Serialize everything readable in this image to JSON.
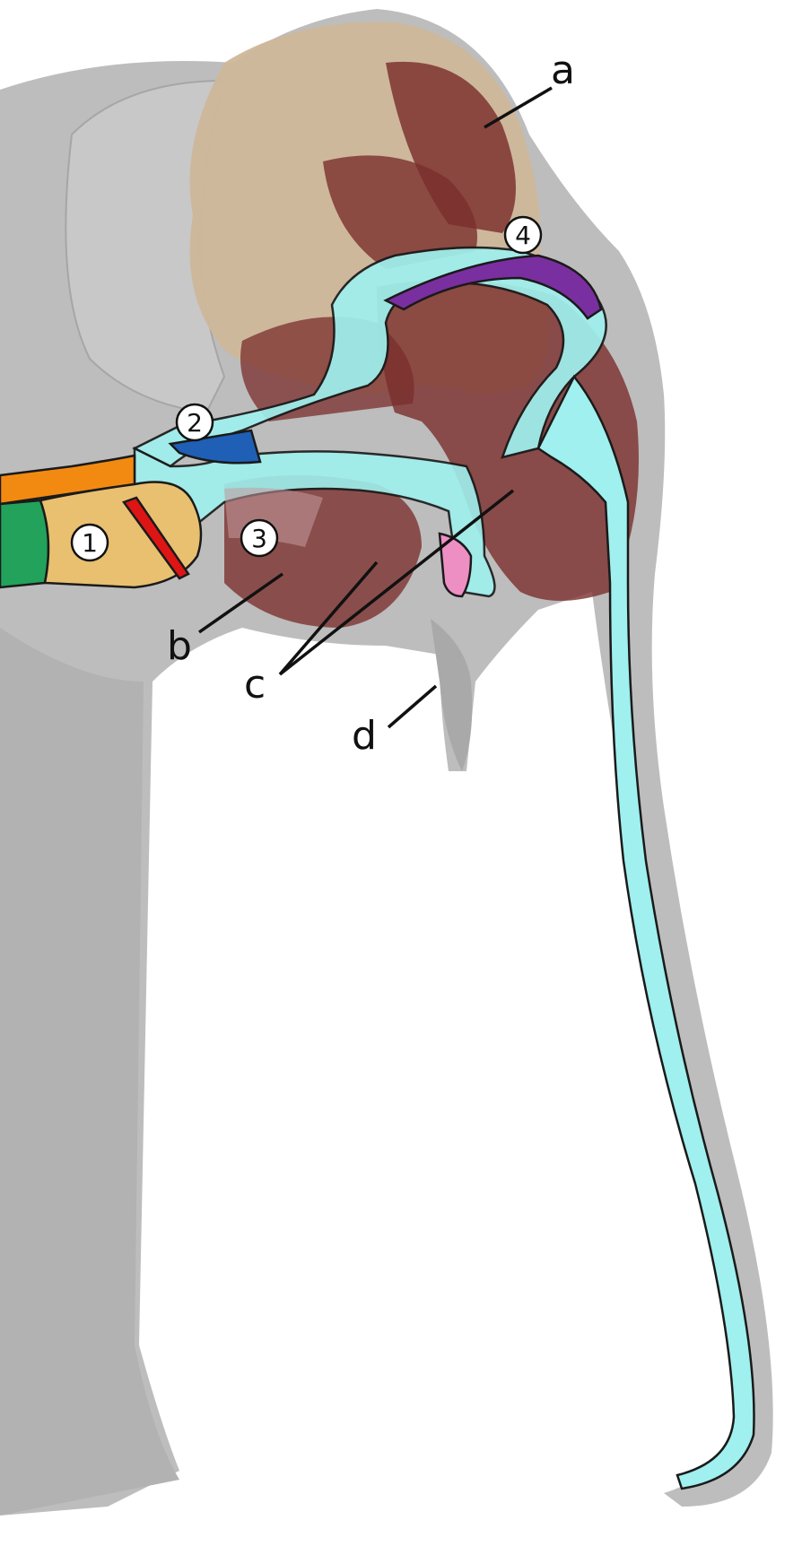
{
  "labels": {
    "a": "a",
    "b": "b",
    "c": "c",
    "d": "d"
  },
  "numbers": {
    "n1": "1",
    "n2": "2",
    "n3": "3",
    "n4": "4"
  },
  "colors": {
    "background": "#ffffff",
    "elephant_skin": "#b9b9b9",
    "skull_bone": "#cdb79a",
    "muscle": "#7a2e2c",
    "airway": "#9ff0ee",
    "cartilage": "#e8c070",
    "orange_region": "#f28a12",
    "green_region": "#22a25a",
    "blue_region": "#1f5fb5",
    "purple_region": "#7a2fa0",
    "pink_region": "#ee8fc4",
    "red_region": "#dd1515"
  }
}
